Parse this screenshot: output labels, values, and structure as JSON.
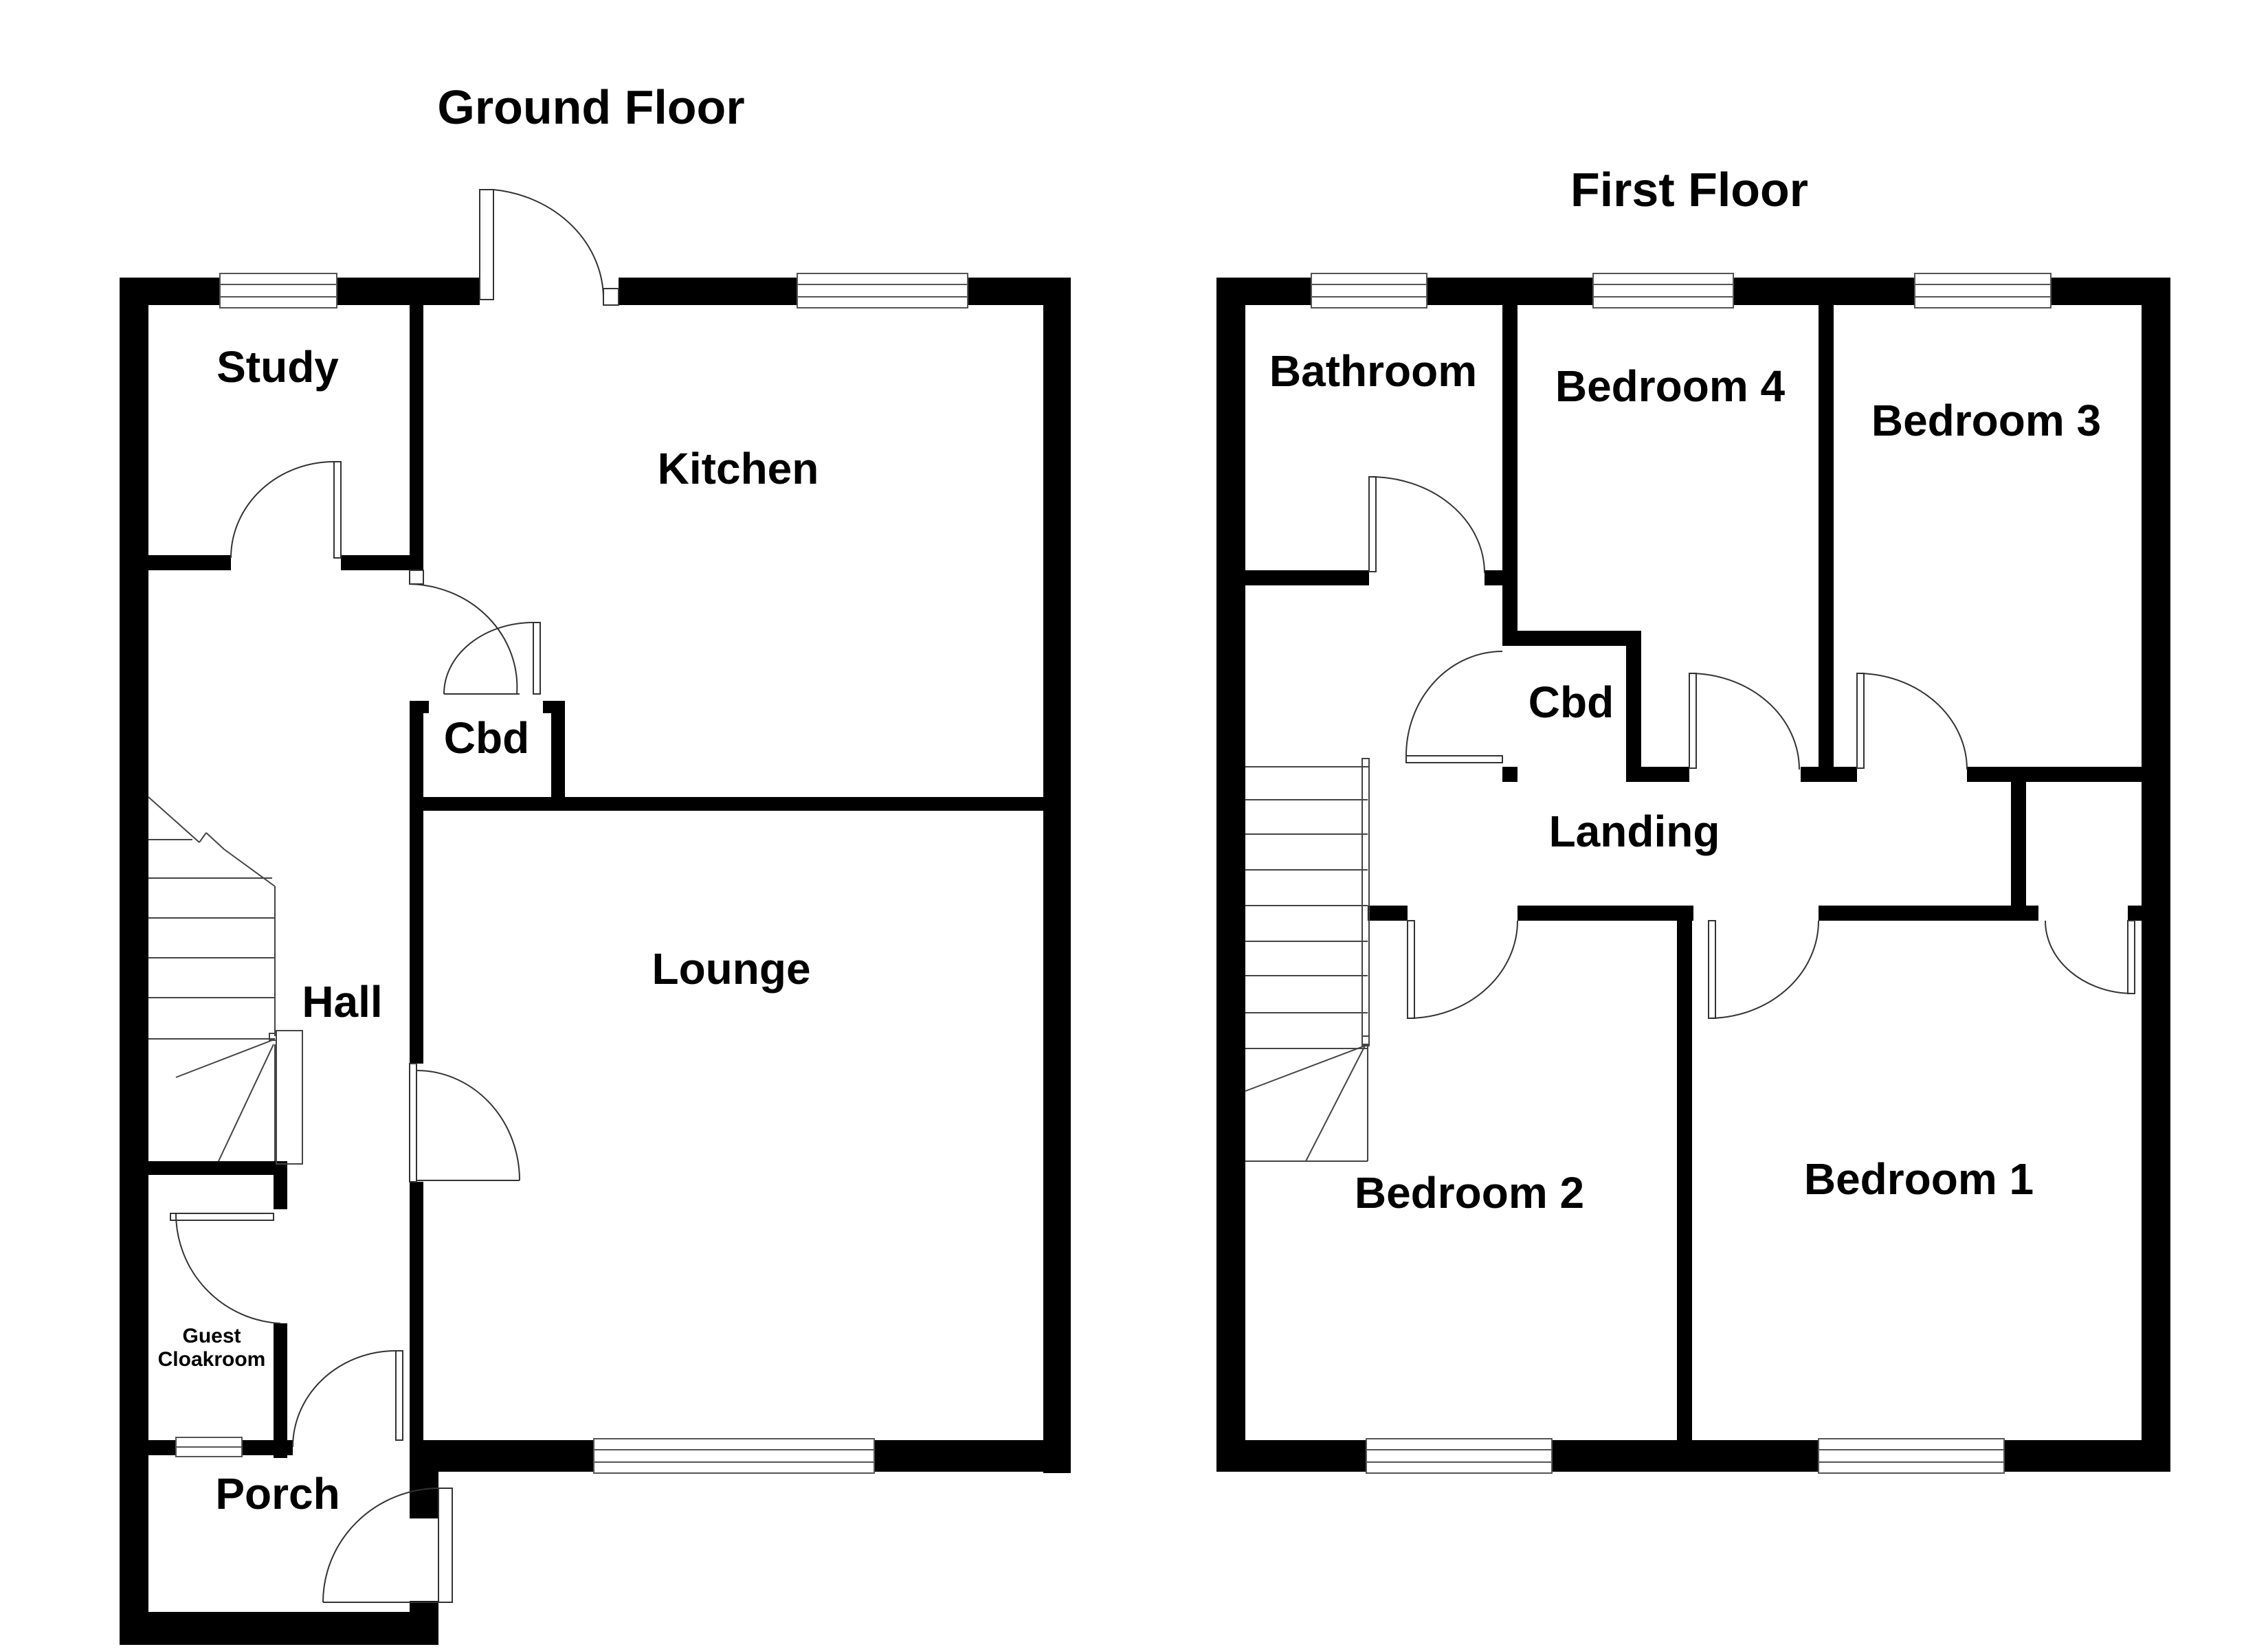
{
  "ground_floor": {
    "title": "Ground Floor",
    "rooms": {
      "study": "Study",
      "kitchen": "Kitchen",
      "cbd": "Cbd",
      "lounge": "Lounge",
      "hall": "Hall",
      "guest_cloakroom_line1": "Guest",
      "guest_cloakroom_line2": "Cloakroom",
      "porch": "Porch"
    }
  },
  "first_floor": {
    "title": "First Floor",
    "rooms": {
      "bathroom": "Bathroom",
      "bedroom4": "Bedroom 4",
      "bedroom3": "Bedroom 3",
      "cbd": "Cbd",
      "landing": "Landing",
      "bedroom2": "Bedroom 2",
      "bedroom1": "Bedroom 1"
    }
  },
  "colors": {
    "wall": "#000000",
    "background": "#ffffff"
  }
}
